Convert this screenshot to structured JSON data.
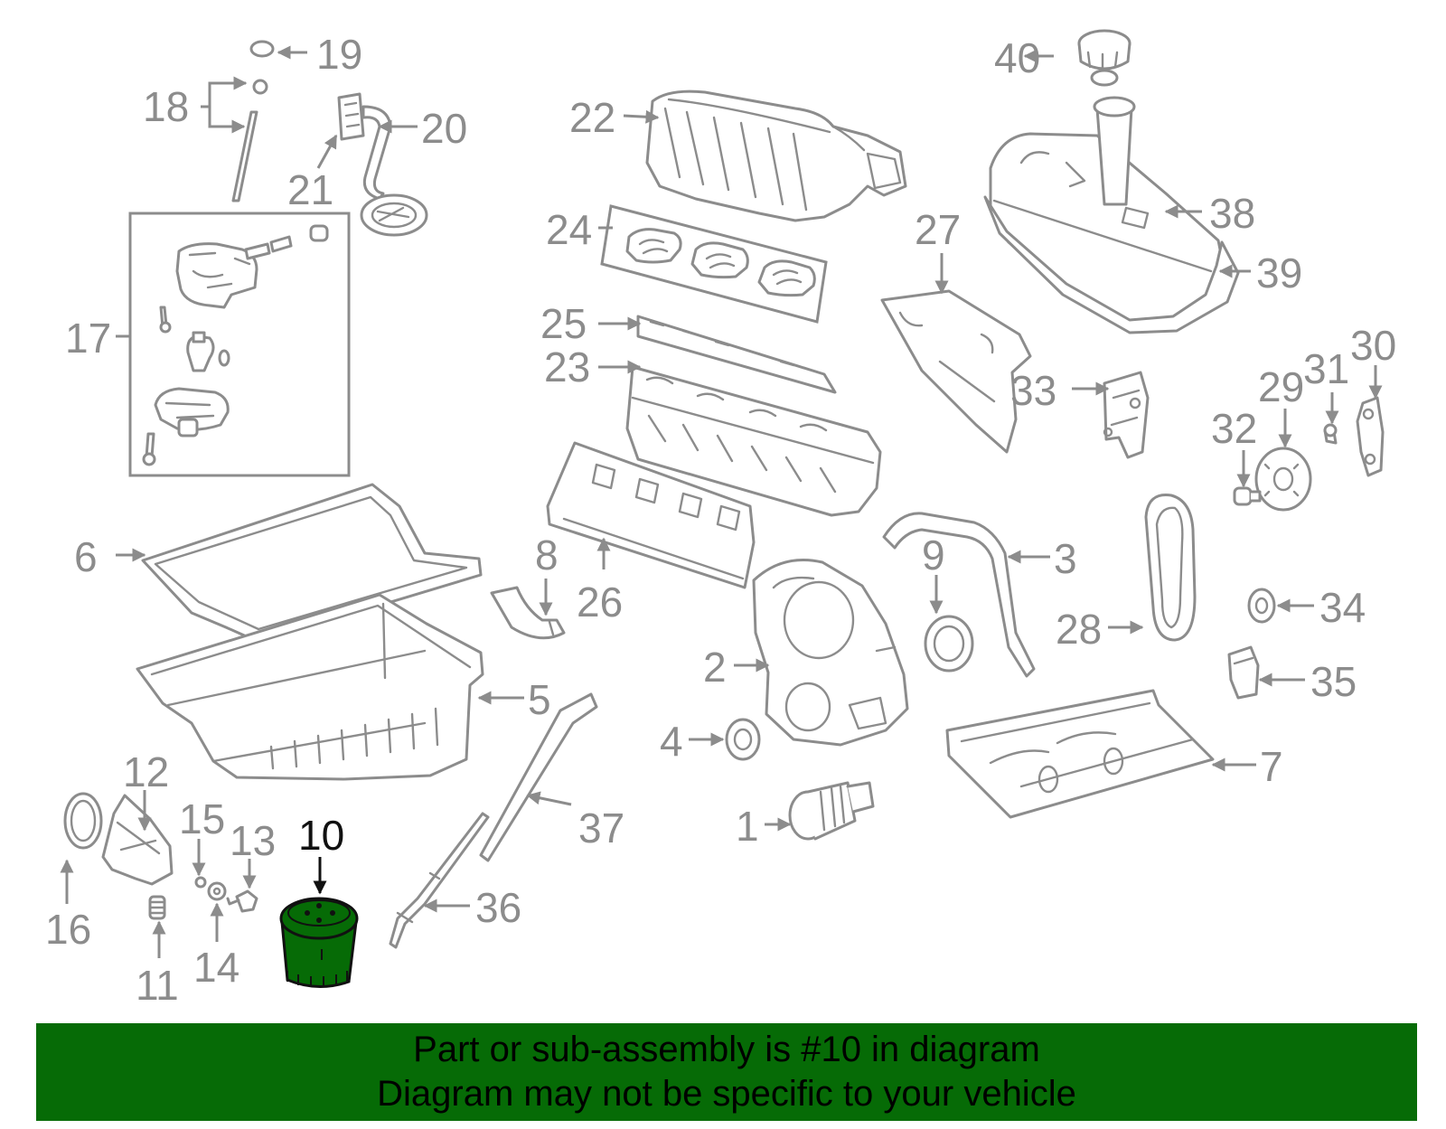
{
  "colors": {
    "diagram_line": "#8c8c8c",
    "highlight_part": "#066b06",
    "highlight_label": "#111111",
    "banner_background": "#066b06",
    "banner_text": "#000000"
  },
  "highlighted_part": "10",
  "callouts": [
    "1",
    "2",
    "3",
    "4",
    "5",
    "6",
    "7",
    "8",
    "9",
    "10",
    "11",
    "12",
    "13",
    "14",
    "15",
    "16",
    "17",
    "18",
    "19",
    "20",
    "21",
    "22",
    "23",
    "24",
    "25",
    "26",
    "27",
    "28",
    "29",
    "30",
    "31",
    "32",
    "33",
    "34",
    "35",
    "36",
    "37",
    "38",
    "39",
    "40"
  ],
  "banner": {
    "line1": "Part or sub-assembly is #10 in diagram",
    "line2": "Diagram may not be specific to your vehicle"
  }
}
